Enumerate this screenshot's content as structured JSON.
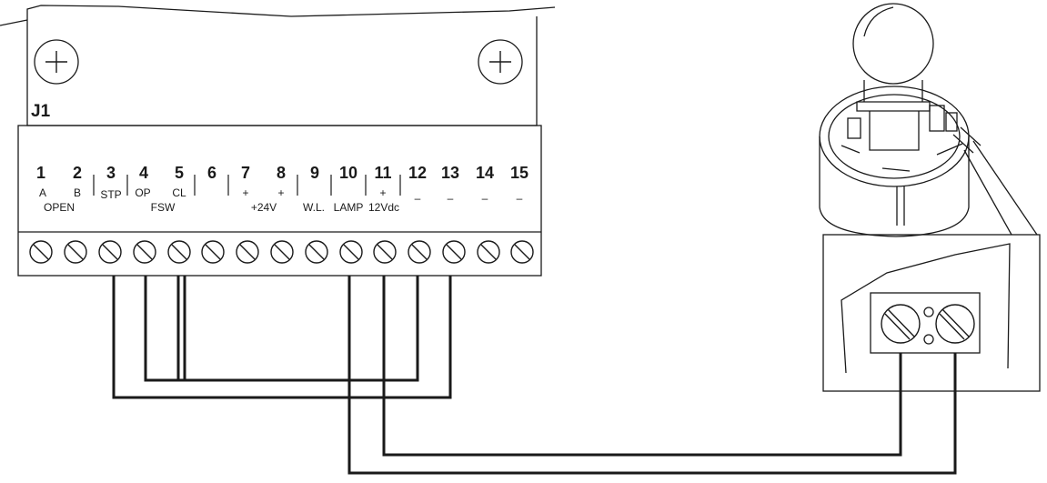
{
  "board": {
    "label": "J1"
  },
  "terminals": [
    {
      "num": "1",
      "sub": "A"
    },
    {
      "num": "2",
      "sub": "B"
    },
    {
      "num": "3",
      "sub": "STP"
    },
    {
      "num": "4",
      "sub": "OP"
    },
    {
      "num": "5",
      "sub": "CL"
    },
    {
      "num": "6",
      "sub": ""
    },
    {
      "num": "7",
      "sub": "+"
    },
    {
      "num": "8",
      "sub": "+"
    },
    {
      "num": "9",
      "sub": "W.L."
    },
    {
      "num": "10",
      "sub": "LAMP"
    },
    {
      "num": "11",
      "sub": "+"
    },
    {
      "num": "12",
      "sub": "–"
    },
    {
      "num": "13",
      "sub": "–"
    },
    {
      "num": "14",
      "sub": "–"
    },
    {
      "num": "15",
      "sub": "–"
    }
  ],
  "groups": {
    "open": "OPEN",
    "fsw": "FSW",
    "v24": "+24V",
    "v12": "12Vdc"
  }
}
